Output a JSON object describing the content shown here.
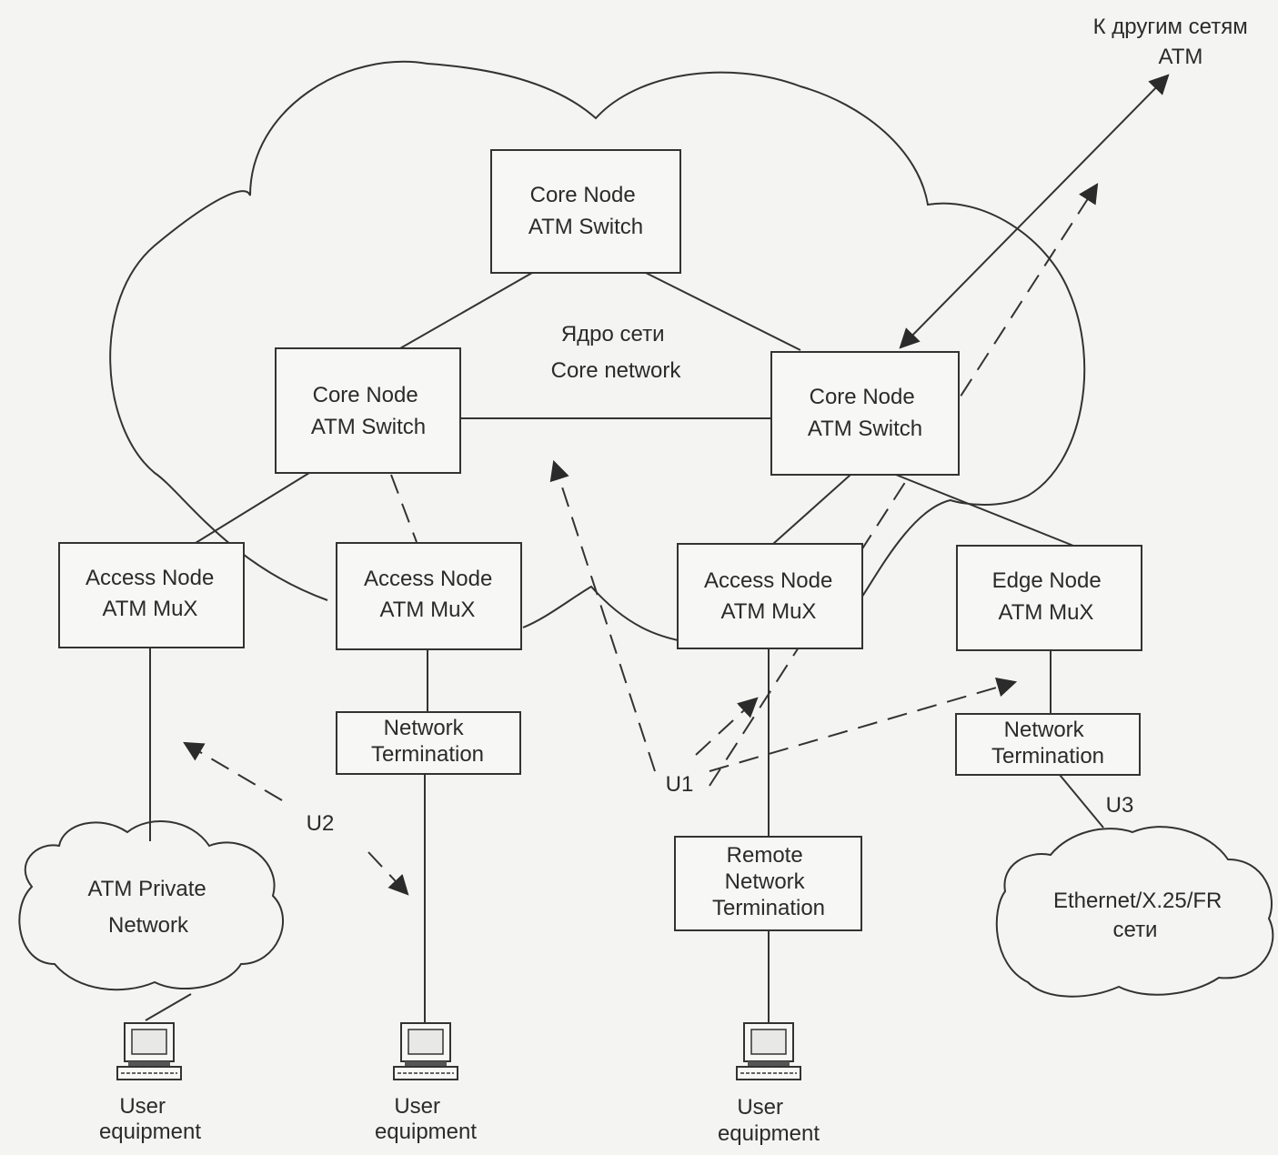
{
  "external_link_label": [
    "К другим сетям",
    "ATM"
  ],
  "core_cloud_label": [
    "Ядро сети",
    "Core network"
  ],
  "core_top": [
    "Core Node",
    "ATM Switch"
  ],
  "core_left": [
    "Core Node",
    "ATM Switch"
  ],
  "core_right": [
    "Core Node",
    "ATM Switch"
  ],
  "access_1": [
    "Access Node",
    "ATM MuX"
  ],
  "access_2": [
    "Access Node",
    "ATM MuX"
  ],
  "access_3": [
    "Access Node",
    "ATM MuX"
  ],
  "edge_node": [
    "Edge Node",
    "ATM MuX"
  ],
  "nt_1": [
    "Network",
    "Termination"
  ],
  "nt_2": [
    "Network",
    "Termination"
  ],
  "remote_nt": [
    "Remote",
    "Network",
    "Termination"
  ],
  "private_network": [
    "ATM Private",
    "Network"
  ],
  "ethernet_cloud": [
    "Ethernet/X.25/FR",
    "сети"
  ],
  "interfaces": {
    "u1": "U1",
    "u2": "U2",
    "u3": "U3"
  },
  "user_1": [
    "User",
    "equipment"
  ],
  "user_2": [
    "User",
    "equipment"
  ],
  "user_3": [
    "User",
    "equipment"
  ]
}
